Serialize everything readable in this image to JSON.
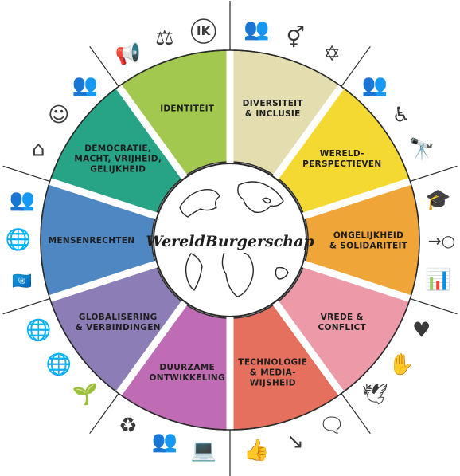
{
  "center": {
    "title": "WereldBurgerschap",
    "fill": "#ffffff"
  },
  "segments": [
    {
      "id": "diversiteit",
      "lines": [
        "DIVERSITEIT",
        "& INCLUSIE"
      ],
      "color": "#e3ddb0"
    },
    {
      "id": "wereldperspectieven",
      "lines": [
        "WERELD-",
        "PERSPECTIEVEN"
      ],
      "color": "#f4d933"
    },
    {
      "id": "ongelijkheid",
      "lines": [
        "ONGELIJKHEID",
        "& SOLIDARITEIT"
      ],
      "color": "#f0a539"
    },
    {
      "id": "vrede",
      "lines": [
        "VREDE &",
        "CONFLICT"
      ],
      "color": "#ec9aa8"
    },
    {
      "id": "technologie",
      "lines": [
        "TECHNOLOGIE",
        "& MEDIA-",
        "WIJSHEID"
      ],
      "color": "#e6705e"
    },
    {
      "id": "duurzame",
      "lines": [
        "DUURZAME",
        "ONTWIKKELING"
      ],
      "color": "#bf6cb4"
    },
    {
      "id": "globalisering",
      "lines": [
        "GLOBALISERING",
        "& VERBINDINGEN"
      ],
      "color": "#8c7db6"
    },
    {
      "id": "mensenrechten",
      "lines": [
        "MENSENRECHTEN"
      ],
      "color": "#4f87c3"
    },
    {
      "id": "democratie",
      "lines": [
        "DEMOCRATIE,",
        "MACHT, VRIJHEID,",
        "GELIJKHEID"
      ],
      "color": "#27a386"
    },
    {
      "id": "identiteit",
      "lines": [
        "IDENTITEIT"
      ],
      "color": "#a2c84f"
    }
  ],
  "icons": [
    {
      "name": "people-icon",
      "glyph": "👥"
    },
    {
      "name": "gender-symbols-icon",
      "glyph": "⚥"
    },
    {
      "name": "diversity-symbols-icon",
      "glyph": "✡"
    },
    {
      "name": "people-group-icon",
      "glyph": "👥"
    },
    {
      "name": "wheelchair-icon",
      "glyph": "♿"
    },
    {
      "name": "binoculars-icon",
      "glyph": "🔭"
    },
    {
      "name": "graduate-globe-icon",
      "glyph": "🎓"
    },
    {
      "name": "perspective-arrows-icon",
      "glyph": "→○"
    },
    {
      "name": "bar-chart-icon",
      "glyph": "📊"
    },
    {
      "name": "heart-lightbulb-icon",
      "glyph": "♥"
    },
    {
      "name": "helping-hands-icon",
      "glyph": "✋"
    },
    {
      "name": "peace-dove-icon",
      "glyph": "🕊"
    },
    {
      "name": "dialogue-people-icon",
      "glyph": "🗨"
    },
    {
      "name": "trend-arrow-icon",
      "glyph": "↘"
    },
    {
      "name": "thumbs-up-tablet-icon",
      "glyph": "👍"
    },
    {
      "name": "laptop-icon",
      "glyph": "💻"
    },
    {
      "name": "people-screen-icon",
      "glyph": "👥"
    },
    {
      "name": "recycle-leaf-icon",
      "glyph": "♻"
    },
    {
      "name": "plant-hand-icon",
      "glyph": "🌱"
    },
    {
      "name": "globe-energy-icon",
      "glyph": "🌐"
    },
    {
      "name": "globe-heart-icon",
      "glyph": "🌐"
    },
    {
      "name": "un-emblem-icon",
      "glyph": "🇺🇳"
    },
    {
      "name": "globe-people-icon",
      "glyph": "🌐"
    },
    {
      "name": "people-pin-icon",
      "glyph": "👥"
    },
    {
      "name": "house-hands-icon",
      "glyph": "⌂"
    },
    {
      "name": "child-icon",
      "glyph": "☺"
    },
    {
      "name": "voting-people-icon",
      "glyph": "👥"
    },
    {
      "name": "megaphone-icon",
      "glyph": "📢"
    },
    {
      "name": "gavel-icon",
      "glyph": "⚖"
    },
    {
      "name": "ik-speech-icon",
      "glyph": "IK"
    }
  ]
}
